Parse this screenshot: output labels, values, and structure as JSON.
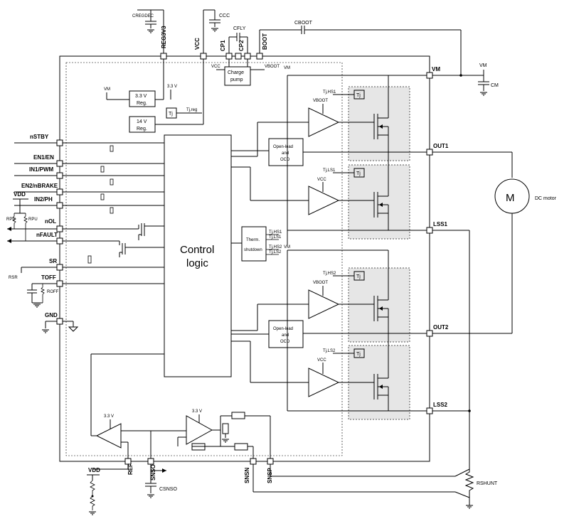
{
  "diagram": {
    "labels": {
      "cregdec": "CREGDEC",
      "reg3v3": "REG3V3",
      "vcc_top": "VCC",
      "cp1": "CP1",
      "cp2": "CP2",
      "boot": "BOOT",
      "ccc": "CCC",
      "cfly": "CFLY",
      "cboot": "CBOOT",
      "vm_rail": "VM",
      "vm_pin": "VM",
      "cm": "CM",
      "charge_pump_1": "Charge",
      "charge_pump_2": "pump",
      "reg33_1": "3.3 V",
      "reg33_2": "Reg.",
      "reg14_1": "14 V",
      "reg14_2": "Reg.",
      "v33_small": "3.3 V",
      "tj": "Tj",
      "tjreg": "Tj,reg",
      "vcc_int": "VCC",
      "vboot_int": "VBOOT",
      "vm_int": "VM",
      "nstby": "nSTBY",
      "en1": "EN1/EN",
      "in1": "IN1/PWM",
      "en2": "EN2/nBRAKE",
      "in2": "IN2/PH",
      "vdd_left": "VDD",
      "rpu1": "RPU",
      "rpu2": "RPU",
      "nol": "nOL",
      "nfault": "nFAULT",
      "sr": "SR",
      "rsr": "RSR",
      "toff": "TOFF",
      "roff": "ROFF",
      "gnd": "GND",
      "control_1": "Control",
      "control_2": "logic",
      "therm_1": "Therm.",
      "therm_2": "shutdown",
      "tj_hs1_in": "Tj,HS1",
      "tj_ls1_in": "Tj,LS1",
      "tj_hs2_in": "Tj,HS2",
      "tj_ls2_in": "Tj,LS2",
      "tj_hs1": "Tj,HS1",
      "tj_ls1": "Tj,LS1",
      "tj_hs2": "Tj,HS2",
      "tj_ls2": "Tj,LS2",
      "vboot_drv1": "VBOOT",
      "vcc_drv1": "VCC",
      "vboot_drv2": "VBOOT",
      "vcc_drv2": "VCC",
      "vm_mid": "VM",
      "ol1_a": "Open-load",
      "ol1_b": "and",
      "ol1_c": "OCD",
      "ol2_a": "Open-load",
      "ol2_b": "and",
      "ol2_c": "OCD",
      "out1": "OUT1",
      "lss1": "LSS1",
      "out2": "OUT2",
      "lss2": "LSS2",
      "motor_m": "M",
      "dc_motor": "DC motor",
      "v33_amp1": "3.3 V",
      "v33_amp2": "3.3 V",
      "vdd_bottom": "VDD",
      "ref": "REF",
      "snso": "SNSO",
      "csnso": "CSNSO",
      "snsn": "SNSN",
      "snsp": "SNSP",
      "rshunt": "RSHUNT",
      "tj_box_hs1": "Tj",
      "tj_box_ls1": "Tj",
      "tj_box_hs2": "Tj",
      "tj_box_ls2": "Tj",
      "tj_box_reg": "Tj"
    }
  }
}
